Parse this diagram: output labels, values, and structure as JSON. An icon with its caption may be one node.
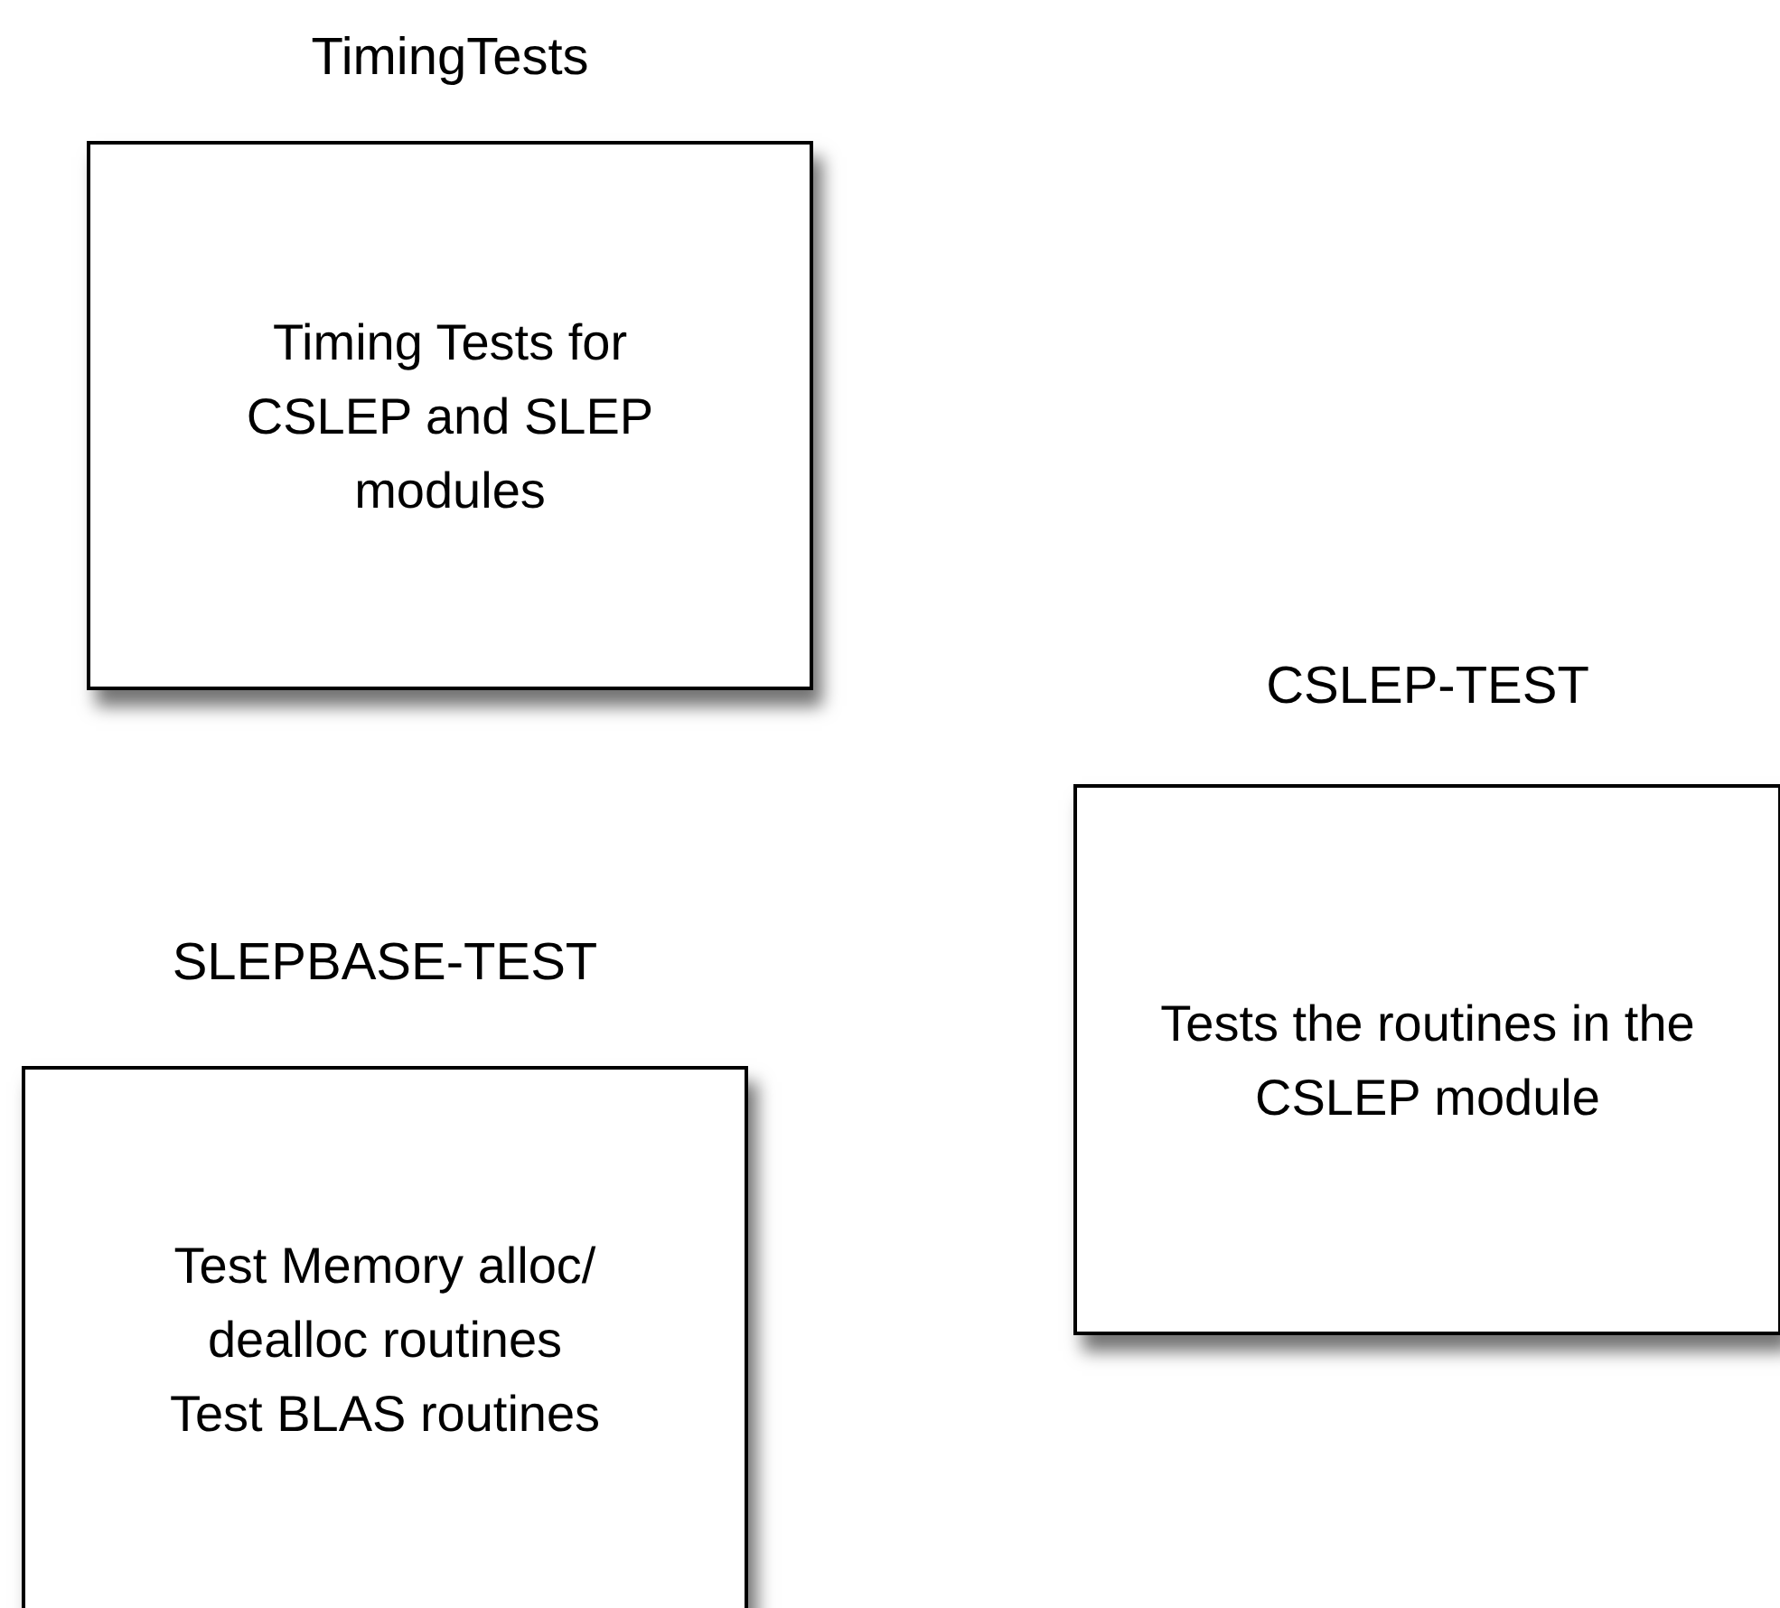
{
  "diagram": {
    "nodes": [
      {
        "text": [
          "TimingTests",
          "Timing Tests for CSLEP and SLEP modules"
        ]
      },
      {
        "text": [
          "CSLEP-TEST",
          "Tests the routines in the CSLEP module"
        ]
      },
      {
        "text": [
          "SLEPBASE-TEST",
          "Test Memory alloc/ dealloc routines",
          "Test BLAS routines"
        ]
      }
    ]
  }
}
